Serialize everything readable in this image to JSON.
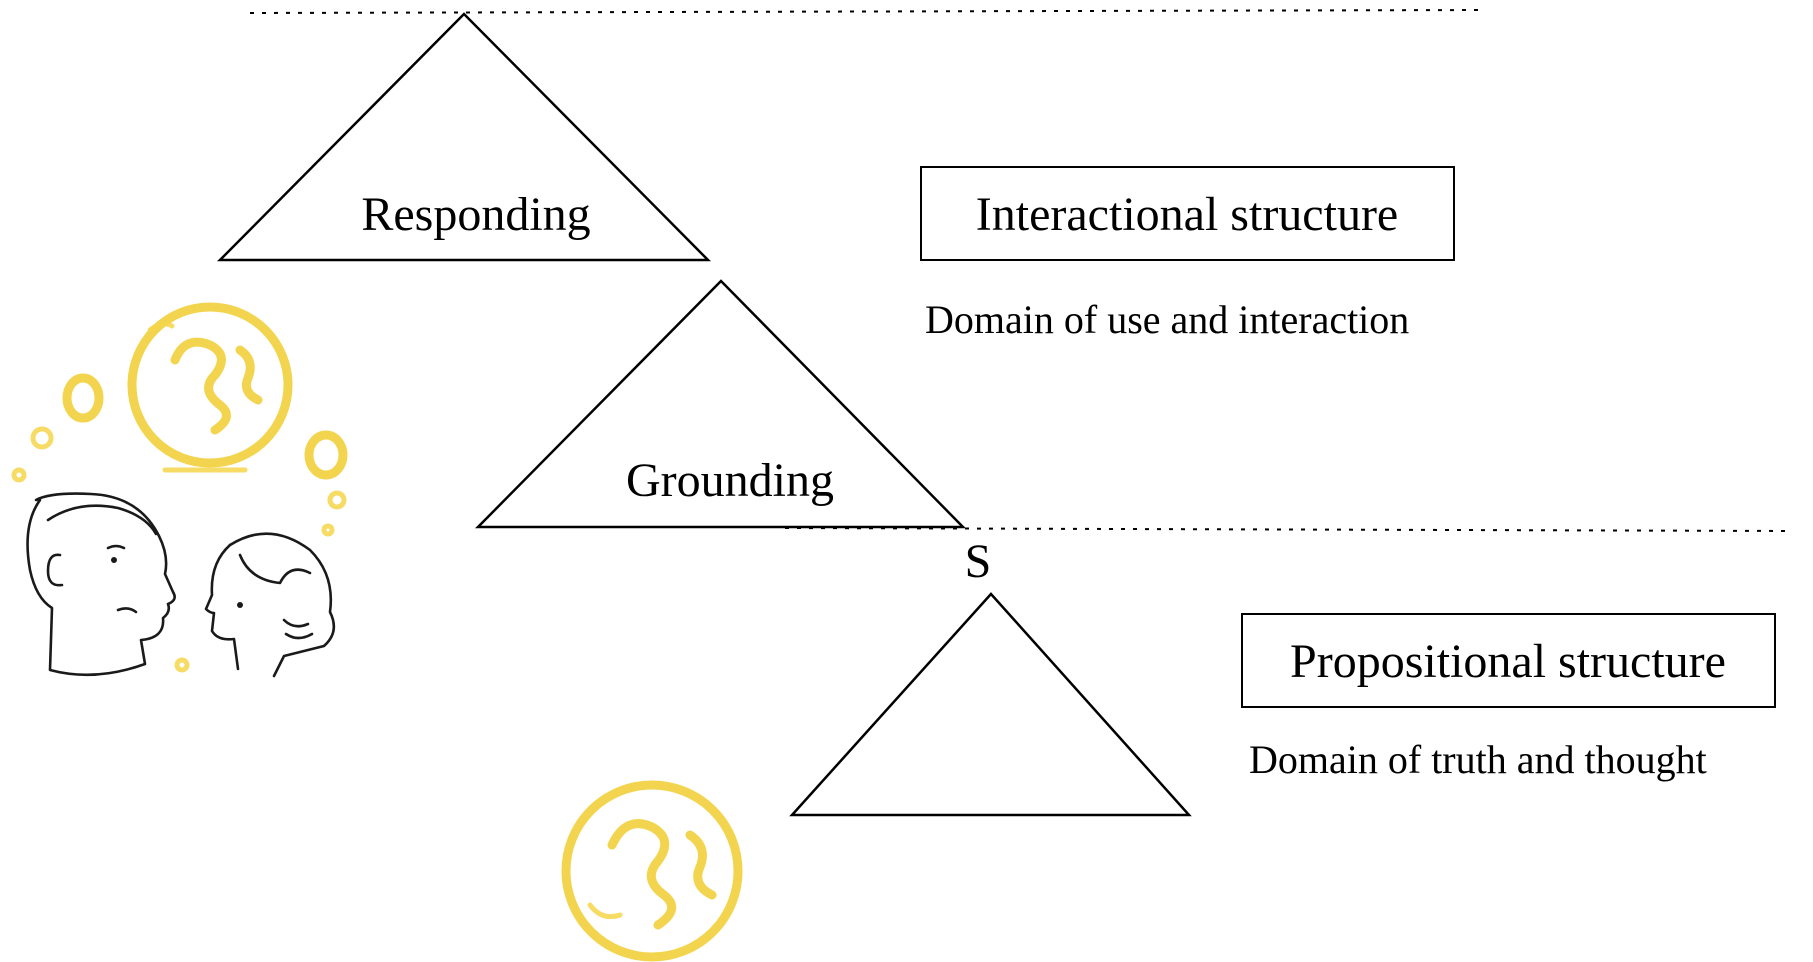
{
  "diagram": {
    "nodes": {
      "responding": "Responding",
      "grounding": "Grounding",
      "s": "S"
    },
    "boxes": {
      "interactional": "Interactional structure",
      "propositional": "Propositional structure"
    },
    "captions": {
      "interactional": "Domain of use and interaction",
      "propositional": "Domain of truth and thought"
    },
    "colors": {
      "line": "#000000",
      "globe": "#f2cf3b"
    },
    "icons": [
      "two-people-talking-illustration",
      "globe-icon"
    ]
  }
}
